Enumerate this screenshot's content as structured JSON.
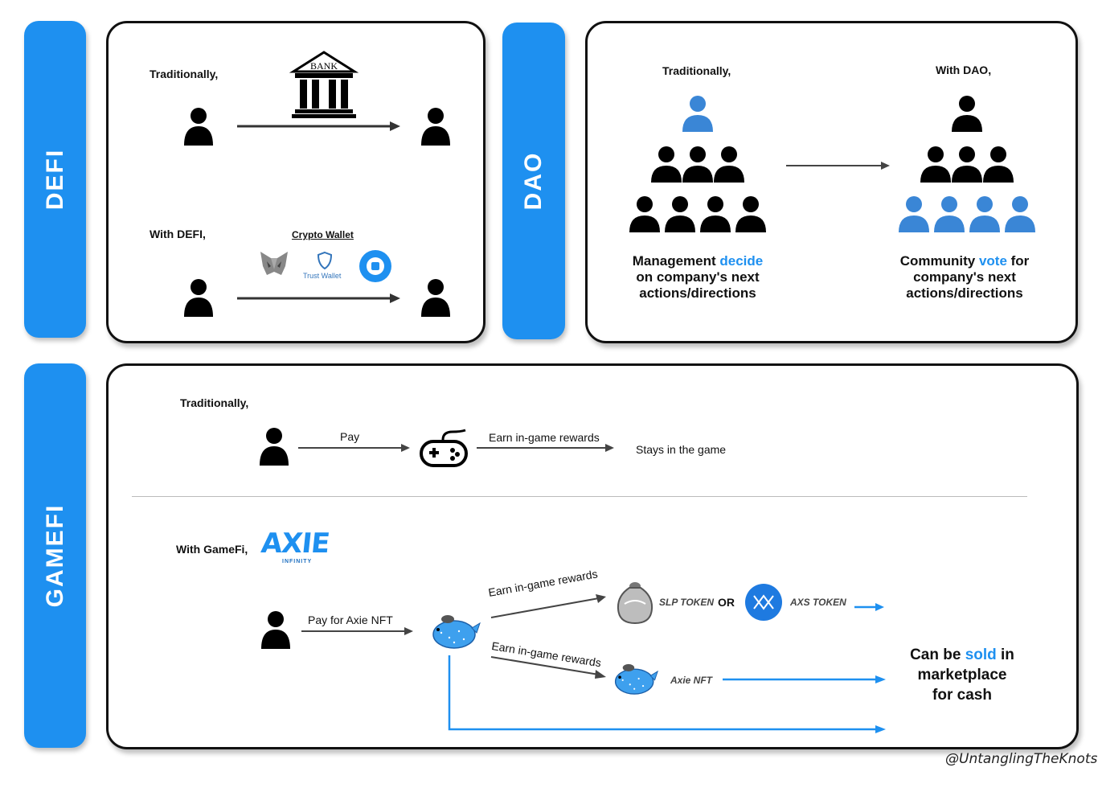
{
  "defi": {
    "side_label": "DEFI",
    "traditionally": "Traditionally,",
    "bank_label": "BANK",
    "with_label": "With DEFI,",
    "wallet_title": "Crypto Wallet",
    "trust_wallet": "Trust Wallet"
  },
  "dao": {
    "side_label": "DAO",
    "traditionally": "Traditionally,",
    "with_label": "With DAO,",
    "left_caption": {
      "pre": "Management ",
      "highlight": "decide",
      "rest1": "on company's next",
      "rest2": "actions/directions"
    },
    "right_caption": {
      "pre": "Community ",
      "highlight": "vote",
      "post": " for",
      "rest1": "company's next",
      "rest2": "actions/directions"
    }
  },
  "gamefi": {
    "side_label": "GAMEFI",
    "traditionally": "Traditionally,",
    "pay": "Pay",
    "earn": "Earn in-game rewards",
    "stays": "Stays in the game",
    "with_label": "With GameFi,",
    "axie_logo": "AXIE",
    "axie_sub": "INFINITY",
    "pay_nft": "Pay for Axie NFT",
    "earn_top": "Earn in-game rewards",
    "earn_bottom": "Earn in-game rewards",
    "slp": "SLP TOKEN",
    "or": "OR",
    "axs": "AXS TOKEN",
    "axie_nft": "Axie NFT",
    "sold": {
      "pre": "Can be ",
      "highlight": "sold",
      "post": " in",
      "line2": "marketplace",
      "line3": "for cash"
    }
  },
  "watermark": "@UntanglingTheKnots",
  "colors": {
    "accent": "#1e90f0",
    "person_black": "#000000",
    "person_blue": "#3a86d6"
  }
}
